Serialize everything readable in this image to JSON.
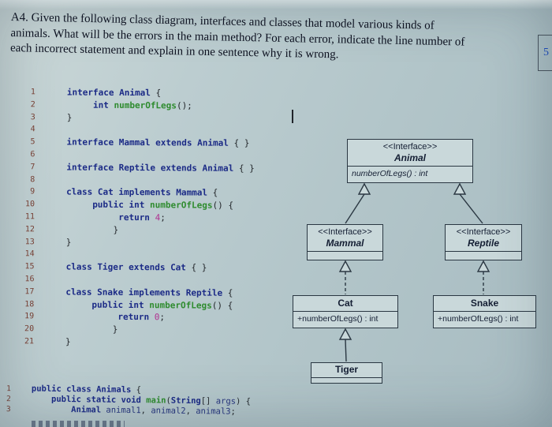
{
  "question": {
    "lines": [
      "A4. Given the following class diagram, interfaces and classes that model various kinds of",
      "animals. What will be the errors in the main method? For each error, indicate the line number of",
      "each incorrect statement and explain in one sentence why it is wrong."
    ],
    "points": "5"
  },
  "listing": {
    "lines": [
      {
        "n": "1",
        "tokens": [
          [
            "kw",
            "interface"
          ],
          [
            "p",
            " "
          ],
          [
            "ty",
            "Animal"
          ],
          [
            "p",
            " {"
          ]
        ]
      },
      {
        "n": "2",
        "tokens": [
          [
            "p",
            "     "
          ],
          [
            "kw",
            "int"
          ],
          [
            "p",
            " "
          ],
          [
            "m",
            "numberOfLegs"
          ],
          [
            "p",
            "();"
          ]
        ]
      },
      {
        "n": "3",
        "tokens": [
          [
            "p",
            "}"
          ]
        ]
      },
      {
        "n": "4",
        "tokens": []
      },
      {
        "n": "5",
        "tokens": [
          [
            "kw",
            "interface"
          ],
          [
            "p",
            " "
          ],
          [
            "ty",
            "Mammal"
          ],
          [
            "p",
            " "
          ],
          [
            "kw",
            "extends"
          ],
          [
            "p",
            " "
          ],
          [
            "ty",
            "Animal"
          ],
          [
            "p",
            " { }"
          ]
        ]
      },
      {
        "n": "6",
        "tokens": []
      },
      {
        "n": "7",
        "tokens": [
          [
            "kw",
            "interface"
          ],
          [
            "p",
            " "
          ],
          [
            "ty",
            "Reptile"
          ],
          [
            "p",
            " "
          ],
          [
            "kw",
            "extends"
          ],
          [
            "p",
            " "
          ],
          [
            "ty",
            "Animal"
          ],
          [
            "p",
            " { }"
          ]
        ]
      },
      {
        "n": "8",
        "tokens": []
      },
      {
        "n": "9",
        "tokens": [
          [
            "kw",
            "class"
          ],
          [
            "p",
            " "
          ],
          [
            "ty",
            "Cat"
          ],
          [
            "p",
            " "
          ],
          [
            "kw",
            "implements"
          ],
          [
            "p",
            " "
          ],
          [
            "ty",
            "Mammal"
          ],
          [
            "p",
            " {"
          ]
        ]
      },
      {
        "n": "10",
        "tokens": [
          [
            "p",
            "     "
          ],
          [
            "kw",
            "public"
          ],
          [
            "p",
            " "
          ],
          [
            "kw",
            "int"
          ],
          [
            "p",
            " "
          ],
          [
            "m",
            "numberOfLegs"
          ],
          [
            "p",
            "() {"
          ]
        ]
      },
      {
        "n": "11",
        "tokens": [
          [
            "p",
            "          "
          ],
          [
            "kw",
            "return"
          ],
          [
            "p",
            " "
          ],
          [
            "num",
            "4"
          ],
          [
            "p",
            ";"
          ]
        ]
      },
      {
        "n": "12",
        "tokens": [
          [
            "p",
            "         }"
          ]
        ]
      },
      {
        "n": "13",
        "tokens": [
          [
            "p",
            "}"
          ]
        ]
      },
      {
        "n": "14",
        "tokens": []
      },
      {
        "n": "15",
        "tokens": [
          [
            "kw",
            "class"
          ],
          [
            "p",
            " "
          ],
          [
            "ty",
            "Tiger"
          ],
          [
            "p",
            " "
          ],
          [
            "kw",
            "extends"
          ],
          [
            "p",
            " "
          ],
          [
            "ty",
            "Cat"
          ],
          [
            "p",
            " { }"
          ]
        ]
      },
      {
        "n": "16",
        "tokens": []
      },
      {
        "n": "17",
        "tokens": [
          [
            "kw",
            "class"
          ],
          [
            "p",
            " "
          ],
          [
            "ty",
            "Snake"
          ],
          [
            "p",
            " "
          ],
          [
            "kw",
            "implements"
          ],
          [
            "p",
            " "
          ],
          [
            "ty",
            "Reptile"
          ],
          [
            "p",
            " {"
          ]
        ]
      },
      {
        "n": "18",
        "tokens": [
          [
            "p",
            "     "
          ],
          [
            "kw",
            "public"
          ],
          [
            "p",
            " "
          ],
          [
            "kw",
            "int"
          ],
          [
            "p",
            " "
          ],
          [
            "m",
            "numberOfLegs"
          ],
          [
            "p",
            "() {"
          ]
        ]
      },
      {
        "n": "19",
        "tokens": [
          [
            "p",
            "          "
          ],
          [
            "kw",
            "return"
          ],
          [
            "p",
            " "
          ],
          [
            "num",
            "0"
          ],
          [
            "p",
            ";"
          ]
        ]
      },
      {
        "n": "20",
        "tokens": [
          [
            "p",
            "         }"
          ]
        ]
      },
      {
        "n": "21",
        "tokens": [
          [
            "p",
            "}"
          ]
        ]
      }
    ]
  },
  "main_listing": {
    "lines": [
      {
        "n": "1",
        "tokens": [
          [
            "kw",
            "public"
          ],
          [
            "p",
            " "
          ],
          [
            "kw",
            "class"
          ],
          [
            "p",
            " "
          ],
          [
            "ty",
            "Animals"
          ],
          [
            "p",
            " {"
          ]
        ]
      },
      {
        "n": "2",
        "tokens": [
          [
            "p",
            "    "
          ],
          [
            "kw",
            "public"
          ],
          [
            "p",
            " "
          ],
          [
            "kw",
            "static"
          ],
          [
            "p",
            " "
          ],
          [
            "kw",
            "void"
          ],
          [
            "p",
            " "
          ],
          [
            "m",
            "main"
          ],
          [
            "p",
            "("
          ],
          [
            "ty",
            "String"
          ],
          [
            "p",
            "[] "
          ],
          [
            "v",
            "args"
          ],
          [
            "p",
            ") {"
          ]
        ]
      },
      {
        "n": "3",
        "tokens": [
          [
            "p",
            "        "
          ],
          [
            "ty",
            "Animal"
          ],
          [
            "p",
            " "
          ],
          [
            "v",
            "animal1"
          ],
          [
            "p",
            ", "
          ],
          [
            "v",
            "animal2"
          ],
          [
            "p",
            ", "
          ],
          [
            "v",
            "animal3"
          ],
          [
            "p",
            ";"
          ]
        ]
      }
    ]
  },
  "uml": {
    "animal": {
      "stereotype": "<<Interface>>",
      "name": "Animal",
      "member": "numberOfLegs() : int"
    },
    "mammal": {
      "stereotype": "<<Interface>>",
      "name": "Mammal"
    },
    "reptile": {
      "stereotype": "<<Interface>>",
      "name": "Reptile"
    },
    "cat": {
      "name": "Cat",
      "member": "+numberOfLegs() : int"
    },
    "snake": {
      "name": "Snake",
      "member": "+numberOfLegs() : int"
    },
    "tiger": {
      "name": "Tiger"
    }
  },
  "colors": {
    "background": "#b5c7cb",
    "keyword": "#1b2a86",
    "method_name": "#2e8b2e",
    "number_literal": "#b03090",
    "line_number": "#7a4034",
    "uml_border": "#2a3742",
    "score": "#1a49c0"
  }
}
